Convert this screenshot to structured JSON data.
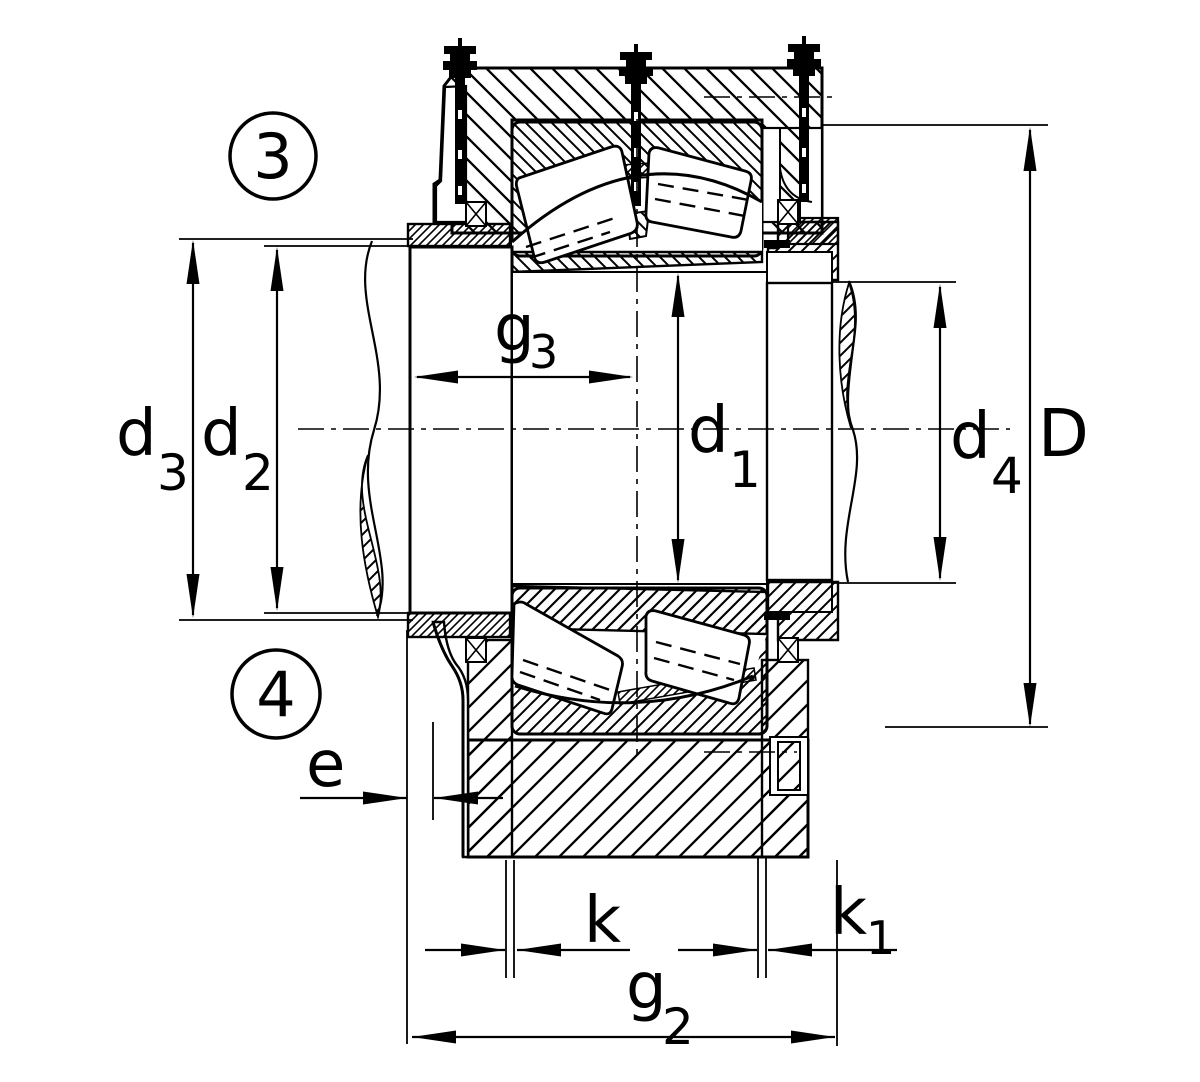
{
  "drawing": {
    "background": "#ffffff",
    "line_color": "#000000",
    "callouts": {
      "c3": "3",
      "c4": "4"
    },
    "labels": {
      "d3": {
        "base": "d",
        "sub": "3"
      },
      "d2": {
        "base": "d",
        "sub": "2"
      },
      "g3": {
        "base": "g",
        "sub": "3"
      },
      "d1": {
        "base": "d",
        "sub": "1"
      },
      "d4": {
        "base": "d",
        "sub": "4"
      },
      "D": {
        "base": "D",
        "sub": ""
      },
      "e": {
        "base": "e",
        "sub": ""
      },
      "k": {
        "base": "k",
        "sub": ""
      },
      "k1": {
        "base": "k",
        "sub": "1"
      },
      "g2": {
        "base": "g",
        "sub": "2"
      }
    }
  }
}
